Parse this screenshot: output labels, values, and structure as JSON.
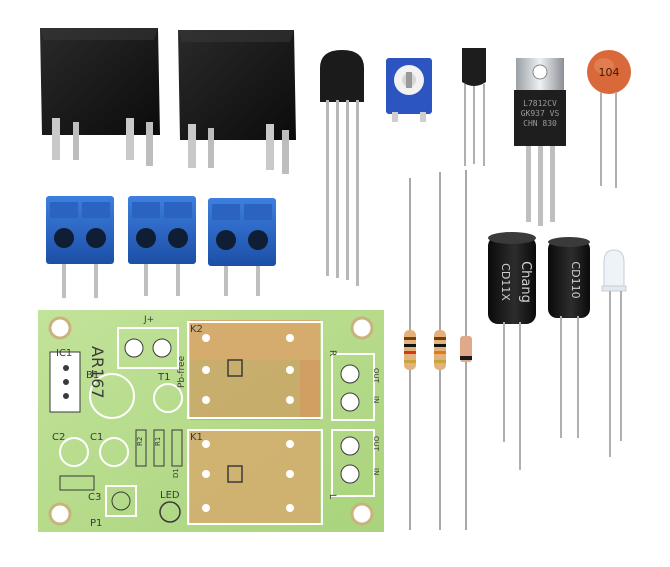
{
  "image": {
    "subject": "Electronic kit components laid out on white background",
    "colors": {
      "background": "#ffffff",
      "pcb_green": "#b7dd8a",
      "pcb_copper": "#d9a56a",
      "relay_black": "#141414",
      "terminal_blue": "#2a67c9",
      "resistor_tan": "#e3b27a",
      "capacitor_orange": "#d9683a"
    }
  },
  "pcb": {
    "board_label": "AR167",
    "ic_label": "IC1",
    "bridge_label": "B1",
    "transistor_label": "T1",
    "pbfree_label": "Pb-free",
    "jp_label": "J+",
    "relay2_label": "K2",
    "relay1_label": "K1",
    "cap2_label": "C2",
    "cap1_label": "C1",
    "cap3_label": "C3",
    "pot_label": "P1",
    "led_label": "LED",
    "r2_label": "R2",
    "r1_label": "R1",
    "d_label": "D1",
    "out_label_top": "OUT",
    "in_label_top": "IN",
    "out_label_bottom": "OUT",
    "in_label_bottom": "IN",
    "r_label": "R",
    "l_label": "L"
  },
  "parts": {
    "ceramic_cap_marking": "104",
    "regulator_marking_lines": [
      "L7812CV",
      "GK937 VS",
      "CHN 830"
    ],
    "electrolytic_left_marking": "Chang",
    "electrolytic_left_series": "CD11X",
    "electrolytic_right_marking": "CD110"
  }
}
